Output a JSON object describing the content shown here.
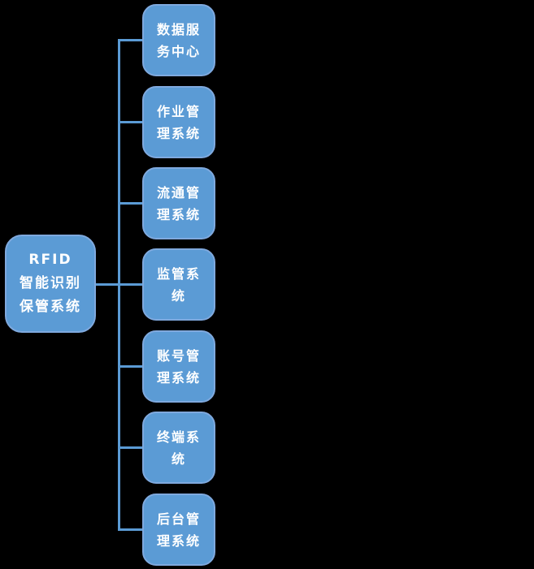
{
  "root": {
    "label": "RFID智能识别保管系统",
    "lines": [
      "RFID",
      "智能识别",
      "保管系统"
    ]
  },
  "children": [
    {
      "label": "数据服务中心",
      "lines": [
        "数据服",
        "务中心"
      ]
    },
    {
      "label": "作业管理系统",
      "lines": [
        "作业管",
        "理系统"
      ]
    },
    {
      "label": "流通管理系统",
      "lines": [
        "流通管",
        "理系统"
      ]
    },
    {
      "label": "监管系统",
      "lines": [
        "监管系",
        "统"
      ]
    },
    {
      "label": "账号管理系统",
      "lines": [
        "账号管",
        "理系统"
      ]
    },
    {
      "label": "终端系统",
      "lines": [
        "终端系",
        "统"
      ]
    },
    {
      "label": "后台管理系统",
      "lines": [
        "后台管",
        "理系统"
      ]
    }
  ],
  "colors": {
    "background": "#000000",
    "node_fill": "#5B9BD5",
    "node_border": "#7FA9DE",
    "connector": "#5B9BD5",
    "text": "#FFFFFF"
  }
}
